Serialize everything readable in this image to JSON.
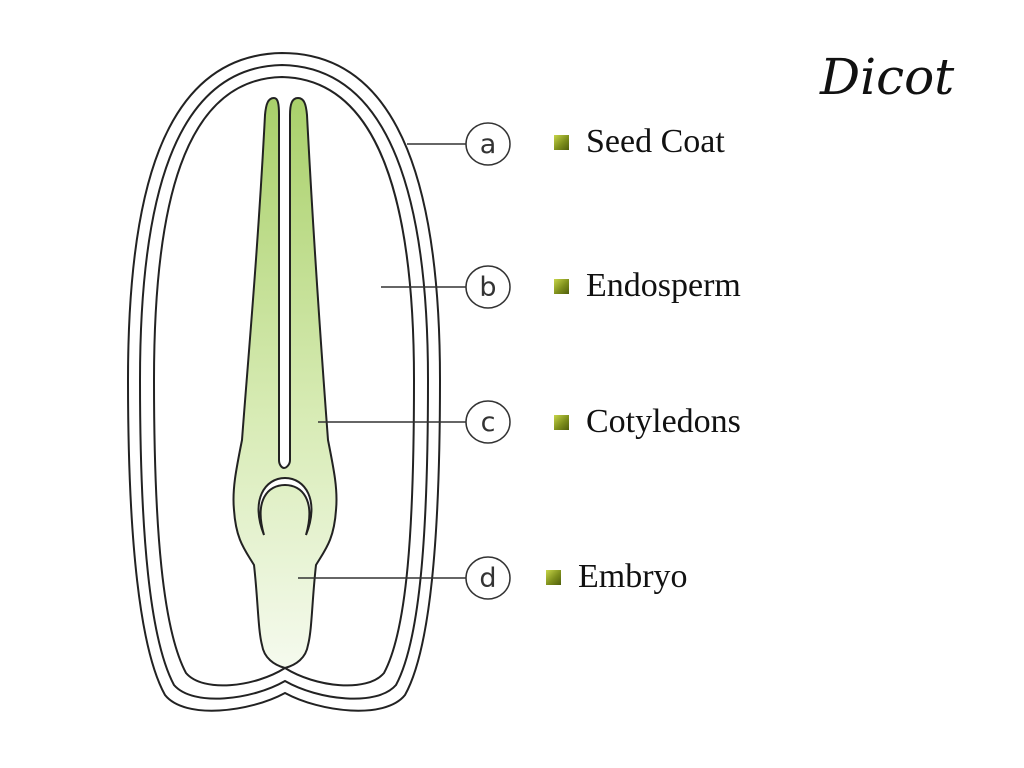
{
  "title": "Dicot",
  "labels": [
    {
      "letter": "a",
      "text": "Seed Coat"
    },
    {
      "letter": "b",
      "text": "Endosperm"
    },
    {
      "letter": "c",
      "text": "Cotyledons"
    },
    {
      "letter": "d",
      "text": "Embryo"
    }
  ],
  "colors": {
    "cotyledon_top": "#a9d06a",
    "cotyledon_bottom": "#f3f8e8",
    "outline": "#222222",
    "bullet": "#7e8f1c"
  }
}
